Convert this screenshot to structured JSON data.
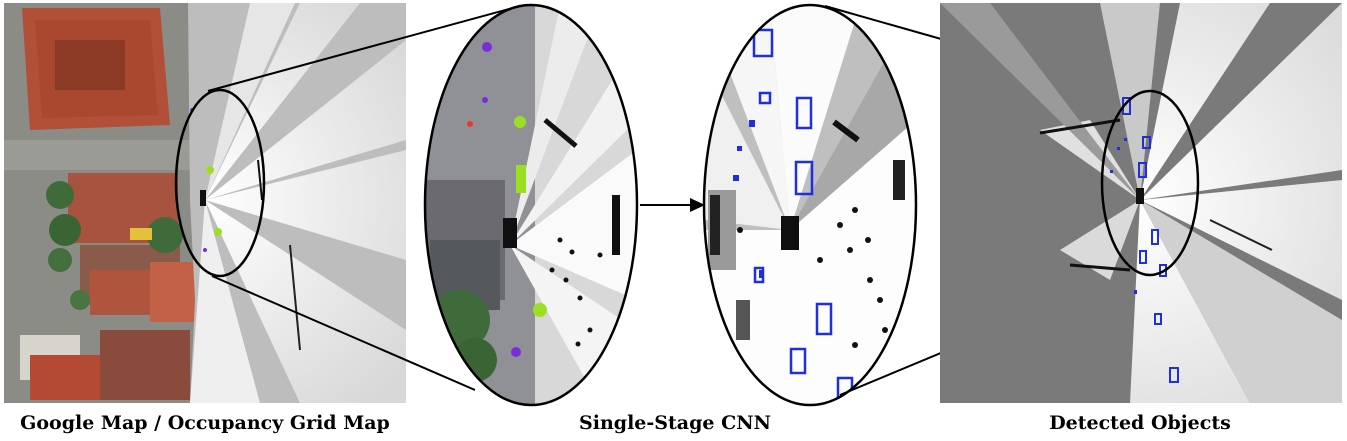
{
  "captions": {
    "left": "Google Map / Occupancy Grid Map",
    "middle": "Single-Stage CNN",
    "right": "Detected Objects"
  },
  "colors": {
    "map_background": "#c9c9c9",
    "unknown_gray": "#7a7a7a",
    "free_white": "#f5f5f5",
    "obstacle_black": "#111111",
    "roof_red": "#b5533c",
    "tree_green": "#3f6b3a",
    "detection_box": "#1f2ee0",
    "lidar_green": "#9be020",
    "lidar_purple": "#7b2ed8",
    "outline": "#000000"
  },
  "icons": [
    "arrow-right-icon"
  ]
}
